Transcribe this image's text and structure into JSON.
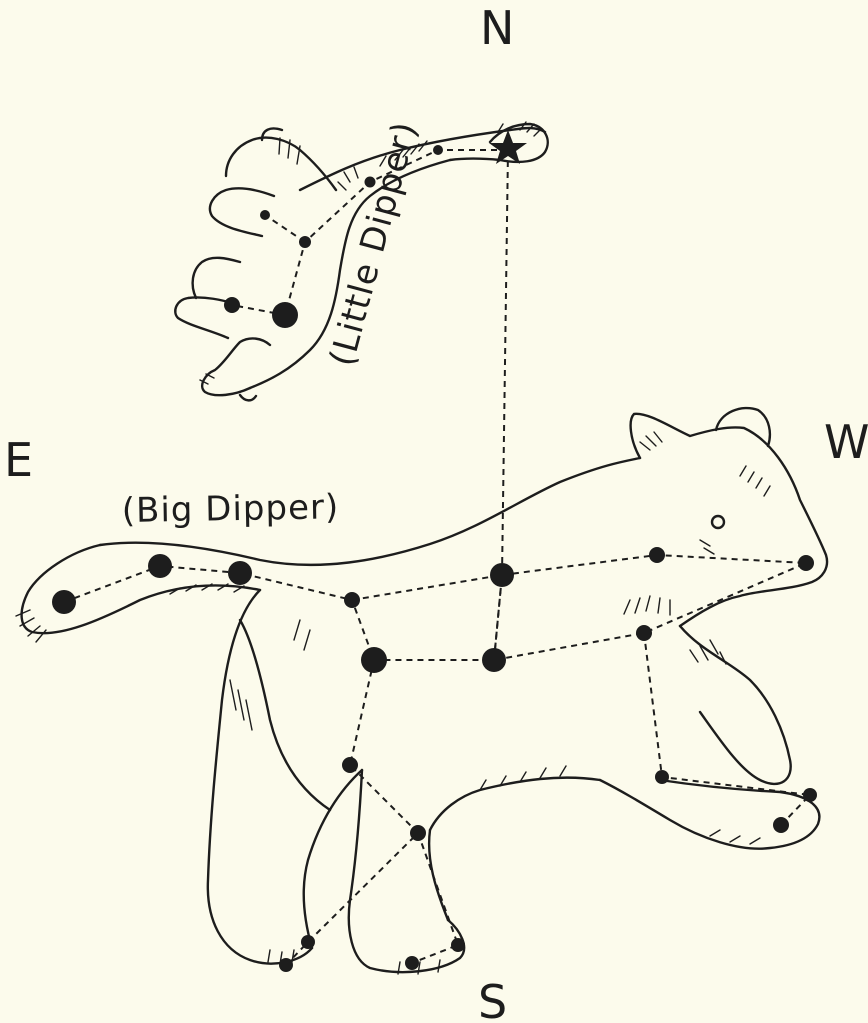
{
  "compass": {
    "north": "N",
    "south": "S",
    "east": "E",
    "west": "W"
  },
  "constellations": {
    "little_dipper": {
      "label": "(Little Dipper)"
    },
    "big_dipper": {
      "label": "(Big Dipper)"
    }
  },
  "colors": {
    "ink": "#1d1d1d",
    "paper": "#fcfbec"
  }
}
